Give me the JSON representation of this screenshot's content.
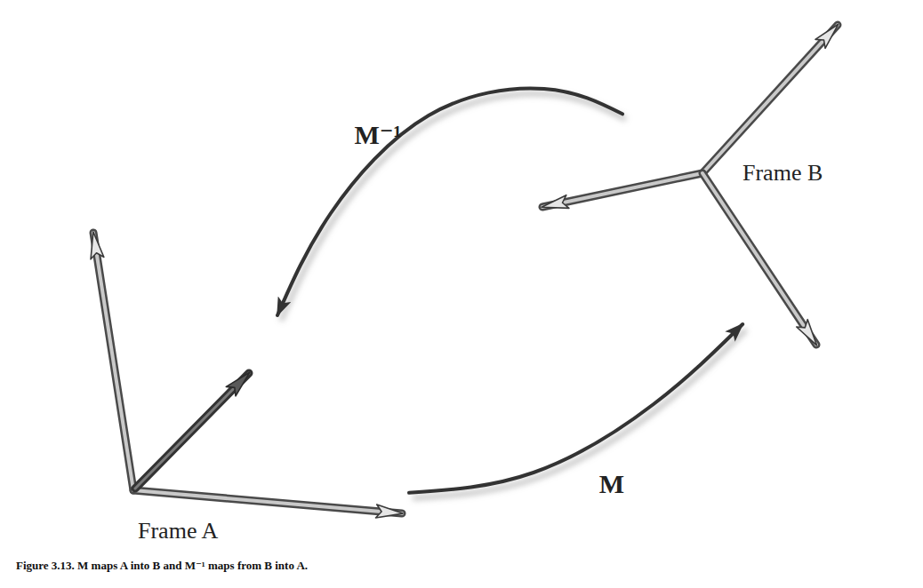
{
  "diagram": {
    "caption": "Figure 3.13. M maps A into B and M⁻¹ maps from B into A.",
    "nodes": [
      {
        "text": [
          "Frame A"
        ]
      },
      {
        "text": [
          "Frame B"
        ]
      }
    ],
    "edges": [
      {
        "from": 0,
        "to": 1,
        "label": "M",
        "arrow": "to"
      },
      {
        "from": 1,
        "to": 0,
        "label": "M⁻¹",
        "arrow": "to"
      }
    ]
  }
}
